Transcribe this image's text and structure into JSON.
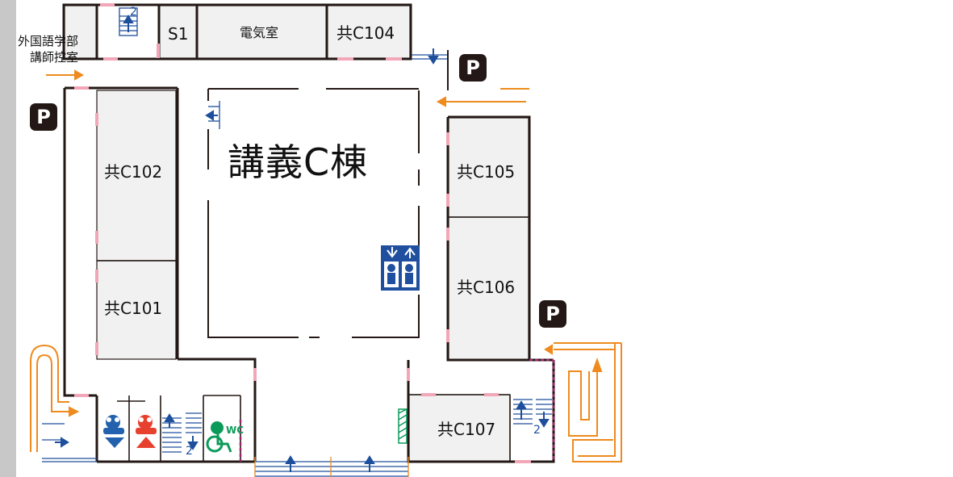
{
  "building": {
    "name": "講義C棟"
  },
  "rooms": {
    "c101": "共C101",
    "c102": "共C102",
    "c104": "共C104",
    "c105": "共C105",
    "c106": "共C106",
    "c107": "共C107",
    "s1": "S1",
    "electric": "電気室"
  },
  "office": {
    "line1": "外国語学部",
    "line2": "講師控室"
  },
  "parking": {
    "label": "P"
  },
  "stairs": {
    "floor_number": "2"
  },
  "restroom": {
    "accessible_label": "WC"
  },
  "colors": {
    "wall": "#231815",
    "room_fill": "#f1f1f1",
    "arrow_orange": "#ee8a1e",
    "arrow_blue": "#1d4f9c",
    "door_pink": "#f2a7b8",
    "accent_magenta": "#a0246e",
    "male_blue": "#2261ae",
    "female_red": "#e8402f",
    "accessible_green": "#0c9a5a",
    "elevator_blue": "#1f4f9e"
  }
}
